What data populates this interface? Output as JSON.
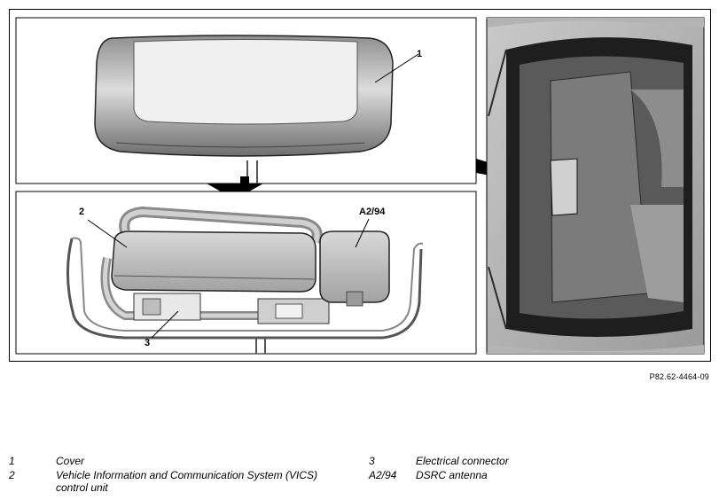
{
  "figure": {
    "reference": "P82.62-4464-09",
    "callouts": {
      "cover": "1",
      "control_unit": "2",
      "connector": "3",
      "antenna": "A2/94"
    }
  },
  "legend": [
    {
      "key": "1",
      "description": "Cover"
    },
    {
      "key": "2",
      "description": "Vehicle Information and Communication System (VICS) control unit"
    },
    {
      "key": "3",
      "description": "Electrical connector"
    },
    {
      "key": "A2/94",
      "description": "DSRC antenna"
    }
  ]
}
